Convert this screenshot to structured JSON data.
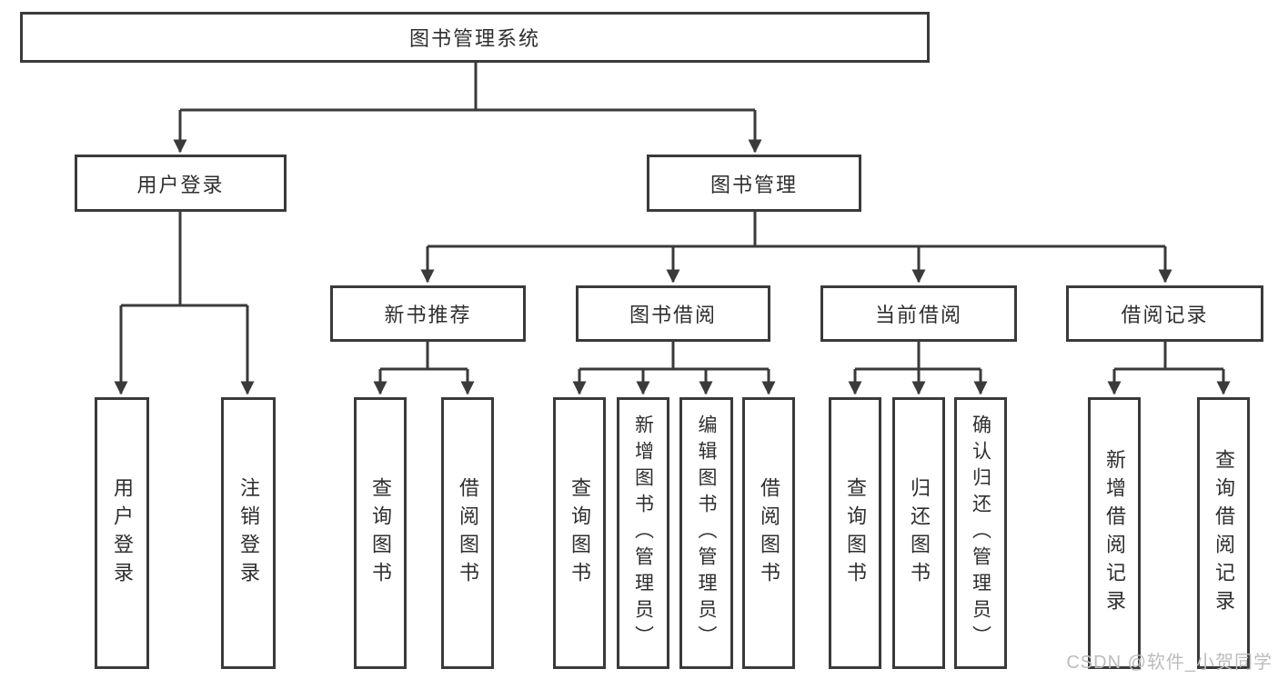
{
  "diagram_title": "图书管理系统",
  "tree": {
    "label": "图书管理系统",
    "children": [
      {
        "label": "用户登录",
        "children": [
          {
            "label": "用户登录"
          },
          {
            "label": "注销登录"
          }
        ]
      },
      {
        "label": "图书管理",
        "children": [
          {
            "label": "新书推荐",
            "children": [
              {
                "label": "查询图书"
              },
              {
                "label": "借阅图书"
              }
            ]
          },
          {
            "label": "图书借阅",
            "children": [
              {
                "label": "查询图书"
              },
              {
                "label": "新增图书（管理员）"
              },
              {
                "label": "编辑图书（管理员）"
              },
              {
                "label": "借阅图书"
              }
            ]
          },
          {
            "label": "当前借阅",
            "children": [
              {
                "label": "查询图书"
              },
              {
                "label": "归还图书"
              },
              {
                "label": "确认归还（管理员）"
              }
            ]
          },
          {
            "label": "借阅记录",
            "children": [
              {
                "label": "新增借阅记录"
              },
              {
                "label": "查询借阅记录"
              }
            ]
          }
        ]
      }
    ]
  },
  "watermark": "CSDN @软件_小贺同学",
  "colors": {
    "line": "#3a3a3a",
    "box_border": "#3a3a3a",
    "text": "#2e2e2e",
    "watermark": "#bcbcbc",
    "background": "#ffffff"
  }
}
